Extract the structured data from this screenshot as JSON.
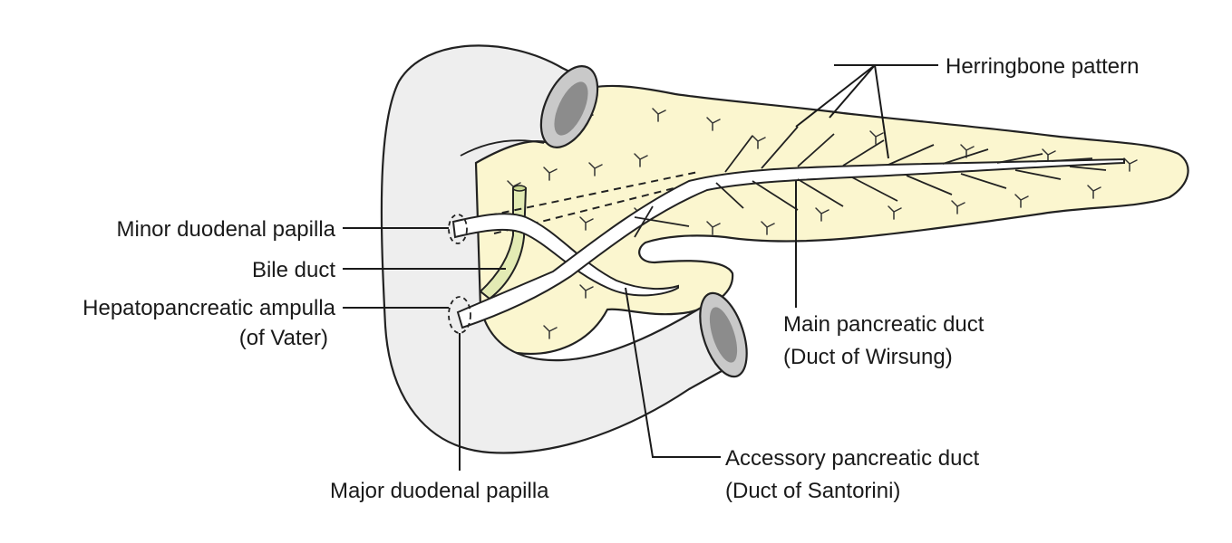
{
  "labels": {
    "herringbone": "Herringbone pattern",
    "minor_papilla": "Minor duodenal papilla",
    "bile_duct": "Bile duct",
    "ampulla_line1": "Hepatopancreatic ampulla",
    "ampulla_line2": "(of Vater)",
    "main_duct_line1": "Main pancreatic duct",
    "main_duct_line2": "(Duct of Wirsung)",
    "accessory_line1": "Accessory pancreatic duct",
    "accessory_line2": "(Duct of Santorini)",
    "major_papilla": "Major duodenal papilla"
  },
  "colors": {
    "pancreas": "#fbf6cf",
    "duodenum": "#eeeeee",
    "bile": "#e3ebb4",
    "line": "#222222"
  }
}
